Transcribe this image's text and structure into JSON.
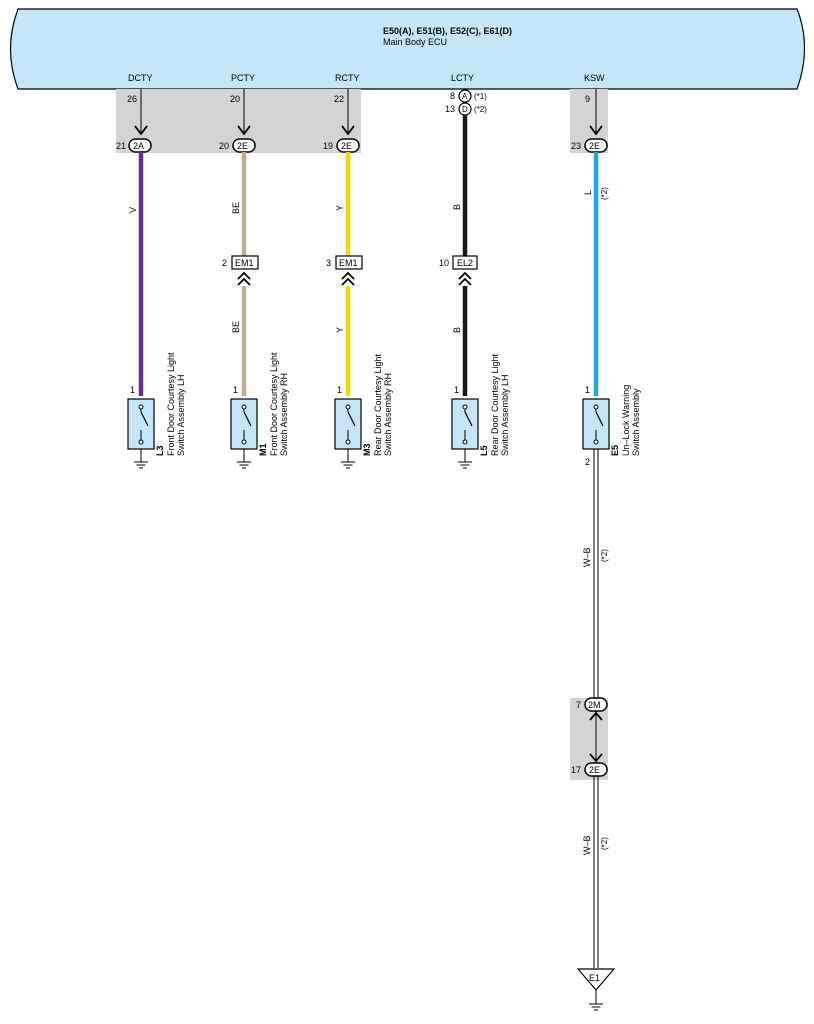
{
  "ecu": {
    "title": "E50(A), E51(B), E52(C), E61(D)",
    "subtitle": "Main Body ECU",
    "fill_color": "#c5e6f8"
  },
  "circuits": [
    {
      "id": "dcty",
      "signal": "DCTY",
      "ecu_pin": "26",
      "junction_pin": "21",
      "junction": "2A",
      "wire_color_label_top": "V",
      "wire_color_label_bottom": "",
      "wire_hex": "#6a2c91",
      "inline_pin": "",
      "inline_connector": "",
      "switch_pin": "1",
      "switch_code": "L3",
      "switch_name_1": "Front Door Courtesy Light",
      "switch_name_2": "Switch Assembly LH"
    },
    {
      "id": "pcty",
      "signal": "PCTY",
      "ecu_pin": "20",
      "junction_pin": "20",
      "junction": "2E",
      "wire_color_label_top": "BE",
      "wire_color_label_bottom": "BE",
      "wire_hex": "#c2ab93",
      "inline_pin": "2",
      "inline_connector": "EM1",
      "switch_pin": "1",
      "switch_code": "M1",
      "switch_name_1": "Front Door Courtesy Light",
      "switch_name_2": "Switch Assembly RH"
    },
    {
      "id": "rcty",
      "signal": "RCTY",
      "ecu_pin": "22",
      "junction_pin": "19",
      "junction": "2E",
      "wire_color_label_top": "Y",
      "wire_color_label_bottom": "Y",
      "wire_hex": "#f6d800",
      "inline_pin": "3",
      "inline_connector": "EM1",
      "switch_pin": "1",
      "switch_code": "M3",
      "switch_name_1": "Rear Door Courtesy Light",
      "switch_name_2": "Switch Assembly RH"
    },
    {
      "id": "lcty",
      "signal": "LCTY",
      "ecu_pin_a": "8",
      "ecu_conn_a": "A",
      "ecu_note_a": "(*1)",
      "ecu_pin_d": "13",
      "ecu_conn_d": "D",
      "ecu_note_d": "(*2)",
      "wire_color_label_top": "B",
      "wire_color_label_bottom": "B",
      "wire_hex": "#1a1a1a",
      "inline_pin": "10",
      "inline_connector": "EL2",
      "switch_pin": "1",
      "switch_code": "L5",
      "switch_name_1": "Rear Door Courtesy Light",
      "switch_name_2": "Switch Assembly LH"
    },
    {
      "id": "ksw",
      "signal": "KSW",
      "ecu_pin": "9",
      "junction_pin": "23",
      "junction": "2E",
      "wire_color_label_top": "L",
      "wire_note_top": "(*2)",
      "wire_hex": "#1ba8e6",
      "switch_pin": "1",
      "switch_pin_out": "2",
      "switch_code": "E5",
      "switch_name_1": "Un–Lock Warning",
      "switch_name_2": "Switch Assembly",
      "ground_wire_label_1": "W–B",
      "ground_wire_note_1": "(*2)",
      "lower_junction_top_pin": "7",
      "lower_junction_top": "2M",
      "lower_junction_bottom_pin": "17",
      "lower_junction_bottom": "2E",
      "ground_wire_label_2": "W–B",
      "ground_wire_note_2": "(*2)",
      "ground_point": "E1"
    }
  ]
}
